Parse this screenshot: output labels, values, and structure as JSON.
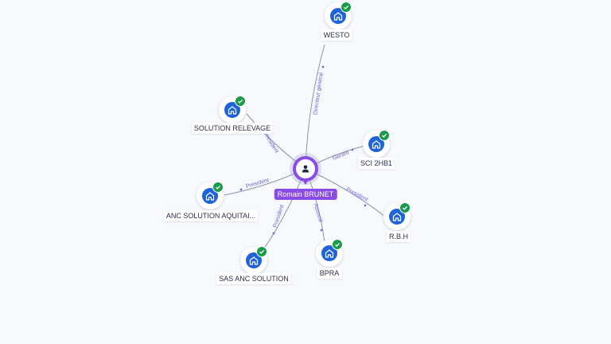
{
  "center": {
    "name": "Romain BRUNET",
    "icon": "person-icon",
    "color": "#8a4be8"
  },
  "companies": [
    {
      "id": "westo",
      "label": "WESTO",
      "icon": "company-building-icon",
      "verified": true,
      "relation": "Directeur général"
    },
    {
      "id": "solution-relevage",
      "label": "SOLUTION RELEVAGE",
      "icon": "company-building-icon",
      "verified": true,
      "relation": "President"
    },
    {
      "id": "sci-2hb1",
      "label": "SCI 2HB1",
      "icon": "company-building-icon",
      "verified": true,
      "relation": "Gérant"
    },
    {
      "id": "anc-solution-aquitaine",
      "label": "ANC SOLUTION AQUITAI...",
      "icon": "company-building-icon",
      "verified": true,
      "relation": "President"
    },
    {
      "id": "rbh",
      "label": "R.B.H",
      "icon": "company-building-icon",
      "verified": true,
      "relation": "President"
    },
    {
      "id": "sas-anc-solution",
      "label": "SAS ANC SOLUTION",
      "icon": "company-building-icon",
      "verified": true,
      "relation": "President"
    },
    {
      "id": "bpra",
      "label": "BPRA",
      "icon": "company-building-icon",
      "verified": true,
      "relation": "Associé"
    }
  ],
  "colors": {
    "background": "#f7f9fd",
    "company_node": "#1f63d8",
    "verified_badge": "#1a9a4a",
    "edge_line": "#8c93a8",
    "edge_label": "#6a64d8"
  }
}
